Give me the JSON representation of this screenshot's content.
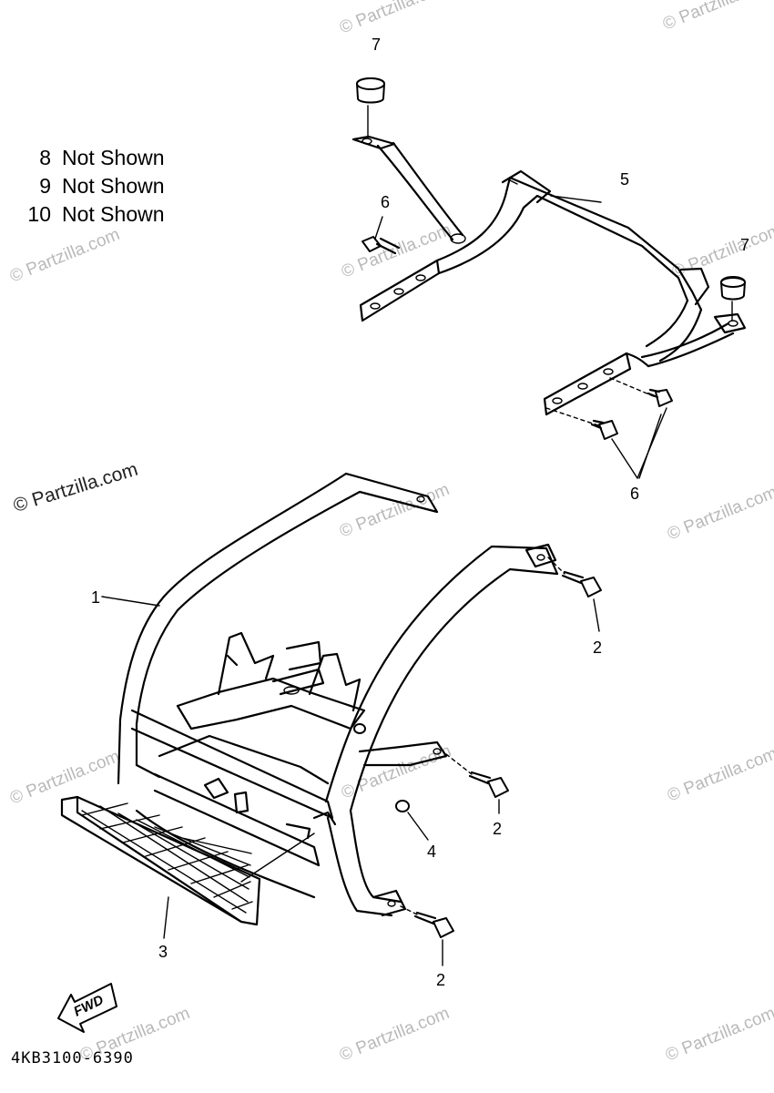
{
  "not_shown": [
    {
      "number": "8",
      "text": "Not Shown"
    },
    {
      "number": "9",
      "text": "Not Shown"
    },
    {
      "number": "10",
      "text": "Not Shown"
    }
  ],
  "copyright": "© Partzilla.com",
  "watermark": "© Partzilla.com",
  "diagram_code": "4KB3100-6390",
  "fwd_label": "FWD",
  "callouts": {
    "c1": "1",
    "c2a": "2",
    "c2b": "2",
    "c2c": "2",
    "c3": "3",
    "c4": "4",
    "c5": "5",
    "c6a": "6",
    "c6b": "6",
    "c7a": "7",
    "c7b": "7"
  }
}
